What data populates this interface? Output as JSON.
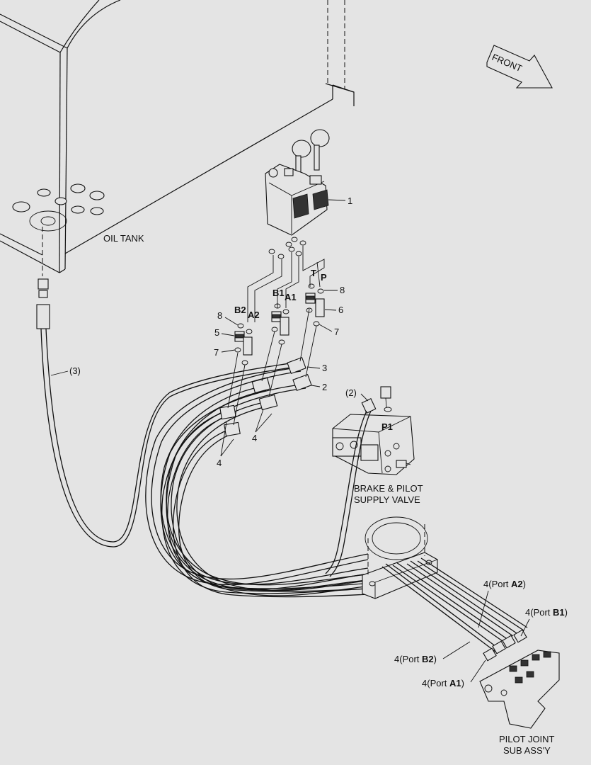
{
  "labels": {
    "front": "FRONT",
    "oil_tank": "OIL TANK",
    "brake_valve_line1": "BRAKE & PILOT",
    "brake_valve_line2": "SUPPLY VALVE",
    "pilot_joint_line1": "PILOT JOINT",
    "pilot_joint_line2": "SUB ASS'Y",
    "ref_1": "1",
    "ref_2": "2",
    "ref_3": "3",
    "ref_4a": "4",
    "ref_4b": "4",
    "ref_5": "5",
    "ref_6": "6",
    "ref_7a": "7",
    "ref_7b": "7",
    "ref_8a": "8",
    "ref_8b": "8",
    "ref_paren_3": "(3)",
    "ref_paren_2": "(2)",
    "port_T": "T",
    "port_P": "P",
    "port_P1": "P1",
    "port_B1": "B1",
    "port_A1": "A1",
    "port_B2": "B2",
    "port_A2": "A2",
    "callout_a2_num": "4",
    "callout_a2_pre": "(Port ",
    "callout_a2_port": "A2",
    "callout_a2_post": ")",
    "callout_b1_num": "4",
    "callout_b1_pre": "(Port ",
    "callout_b1_port": "B1",
    "callout_b1_post": ")",
    "callout_b2_num": "4",
    "callout_b2_pre": "(Port ",
    "callout_b2_port": "B2",
    "callout_b2_post": ")",
    "callout_a1_num": "4",
    "callout_a1_pre": "(Port ",
    "callout_a1_port": "A1",
    "callout_a1_post": ")"
  }
}
